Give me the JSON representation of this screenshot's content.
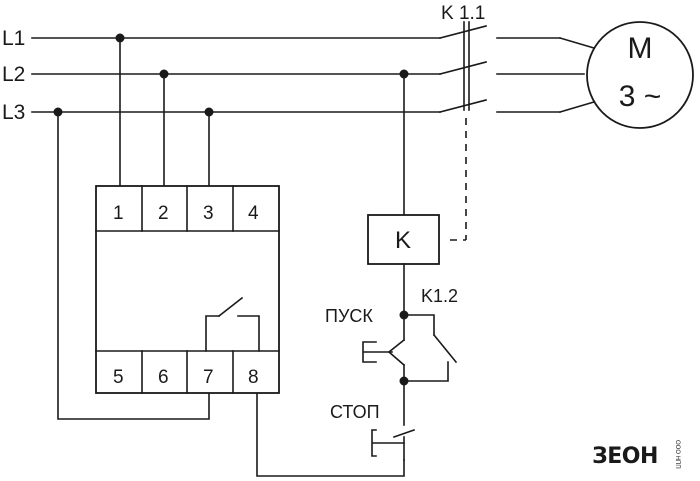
{
  "lines": {
    "l1": "L1",
    "l2": "L2",
    "l3": "L3"
  },
  "contactor": {
    "main_contact_label": "K 1.1",
    "coil_label": "K",
    "aux_contact_label": "K1.2"
  },
  "motor": {
    "letter": "M",
    "phase": "3 ~"
  },
  "relay": {
    "terminals": [
      "1",
      "2",
      "3",
      "4",
      "5",
      "6",
      "7",
      "8"
    ]
  },
  "buttons": {
    "start": "ПУСК",
    "stop": "СТОП"
  },
  "logo": {
    "text": "ЗЕОН",
    "small": "ООО НПП"
  }
}
